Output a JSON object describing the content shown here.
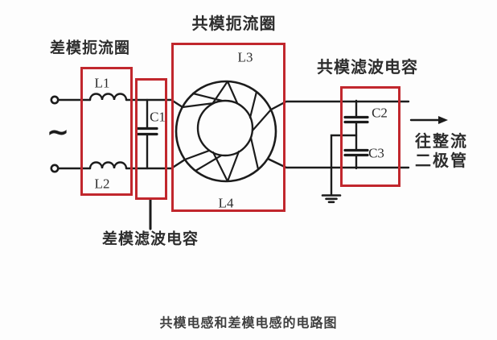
{
  "palette": {
    "box_red": "#c1272d",
    "wire_black": "#1c1c1c",
    "label_color": "#2d2d2d",
    "caption_color": "#3f3f3f"
  },
  "diagram": {
    "source_symbol": "~",
    "sections": {
      "diff_choke": {
        "label": "差模扼流圈"
      },
      "diff_cap": {
        "label": "差模滤波电容"
      },
      "cm_choke": {
        "label": "共模扼流圈"
      },
      "cm_cap": {
        "label": "共模滤波电容"
      }
    },
    "components": {
      "l1": "L1",
      "l2": "L2",
      "l3": "L3",
      "l4": "L4",
      "c1": "C1",
      "c2": "C2",
      "c3": "C3"
    },
    "output": {
      "line1": "往整流",
      "line2": "二极管"
    }
  },
  "caption": "共模电感和差模电感的电路图"
}
